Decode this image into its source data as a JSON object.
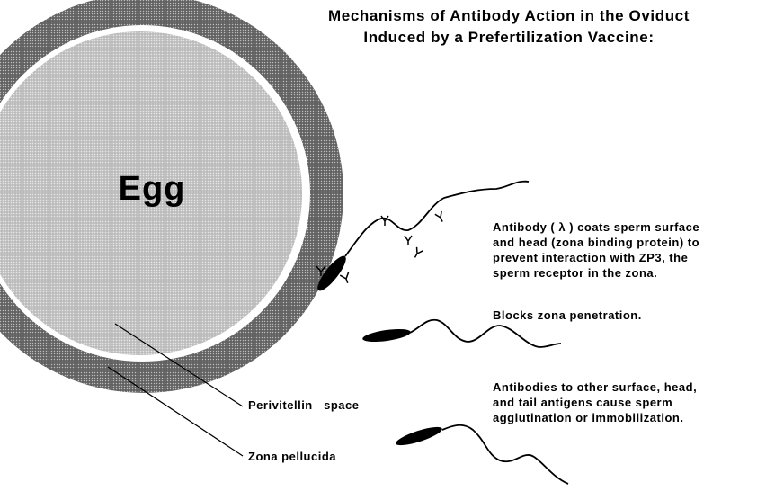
{
  "title": {
    "line1": "Mechanisms of Antibody Action in the Oviduct",
    "line2": "Induced by a Prefertilization Vaccine:"
  },
  "egg": {
    "label": "Egg"
  },
  "labels": {
    "perivitellin": "Perivitellin   space",
    "zona": "Zona pellucida"
  },
  "notes": {
    "antibody_coat": [
      "Antibody  ( λ )  coats sperm surface",
      "and head (zona binding protein) to",
      "prevent interaction with ZP3, the",
      "sperm receptor in the zona."
    ],
    "blocks": "Blocks zona penetration.",
    "agglutination": [
      "Antibodies to other surface, head,",
      "and tail antigens cause sperm",
      "agglutination or immobilization."
    ]
  },
  "colors": {
    "zona": "#7a7a7a",
    "perivitellin": "#ffffff",
    "egg": "#c4c4c4",
    "ink": "#000000"
  },
  "icons": [
    "sperm-icon",
    "antibody-icon"
  ]
}
